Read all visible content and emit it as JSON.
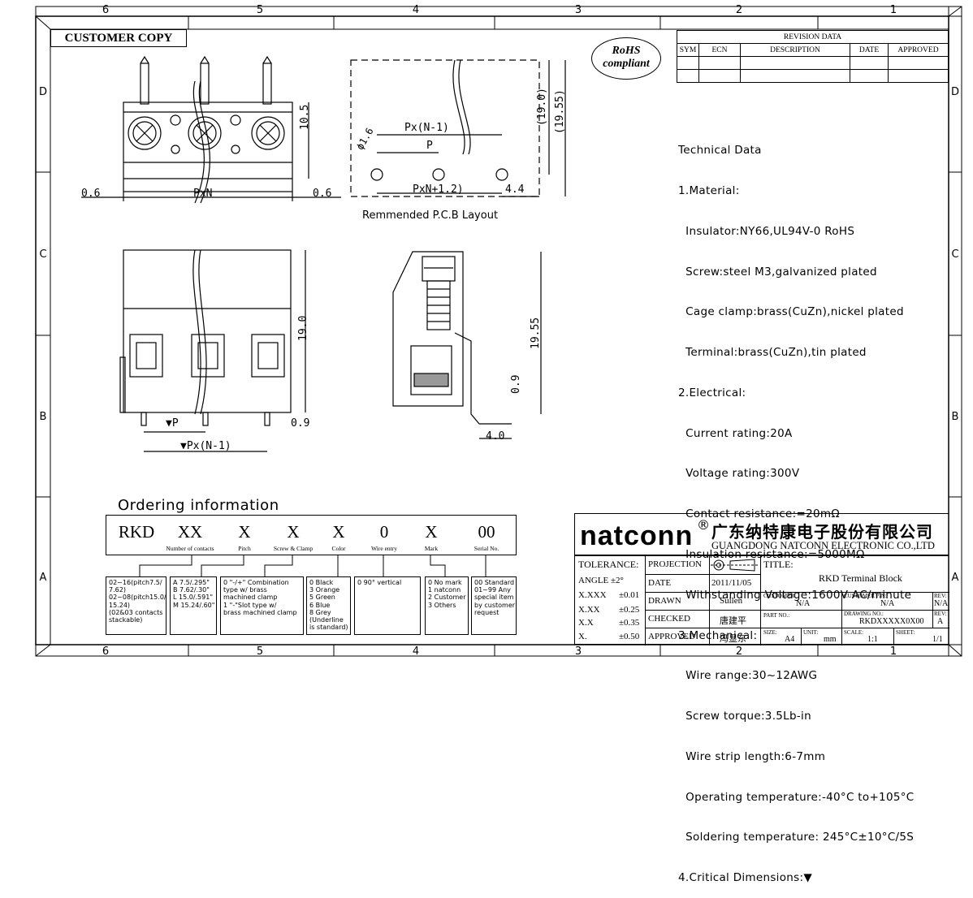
{
  "zones_top": [
    "6",
    "5",
    "4",
    "3",
    "2",
    "1"
  ],
  "zones_bottom": [
    "6",
    "5",
    "4",
    "3",
    "2",
    "1"
  ],
  "zones_left": [
    "D",
    "C",
    "B",
    "A"
  ],
  "zones_right": [
    "D",
    "C",
    "B",
    "A"
  ],
  "copy_label": "CUSTOMER COPY",
  "rohs": {
    "line1": "RoHS",
    "line2": "compliant"
  },
  "revision": {
    "title": "REVISION DATA",
    "headers": [
      "SYM",
      "ECN",
      "DESCRIPTION",
      "DATE",
      "APPROVED"
    ]
  },
  "technical": [
    "Technical Data",
    "1.Material:",
    "  Insulator:NY66,UL94V-0 RoHS",
    "  Screw:steel M3,galvanized plated",
    "  Cage clamp:brass(CuZn),nickel plated",
    "  Terminal:brass(CuZn),tin plated",
    "2.Electrical:",
    "  Current rating:20A",
    "  Voltage rating:300V",
    "  Contact resistance:=20mΩ",
    "  Insulation resistance:=5000MΩ",
    "  Withstanding Voltage:1600V AC/minute",
    "3.Mechanical:",
    "  Wire range:30~12AWG",
    "  Screw torque:3.5Lb-in",
    "  Wire strip length:6-7mm",
    "  Operating temperature:-40°C to+105°C",
    "  Soldering temperature: 245°C±10°C/5S",
    "4.Critical Dimensions:▼"
  ],
  "dims": {
    "d_06a": "0.6",
    "d_pxn": "PxN",
    "d_06b": "0.6",
    "d_105": "10.5",
    "d_pxn1": "Px(N-1)",
    "d_p": "P",
    "d_pxn12": "PxN+1.2)",
    "d_16": "ϕ1.6",
    "d_190": "(19.0)",
    "d_1955": "(19.55)",
    "d_44": "4.4",
    "pcb_caption": "Remmended P.C.B Layout",
    "f_190": "19.0",
    "f_p": "▼P",
    "f_pxn1": "▼Px(N-1)",
    "f_09": "0.9",
    "s_1955": "19.55",
    "s_09": "0.9",
    "s_40": "4.0"
  },
  "ordering": {
    "title": "Ordering information",
    "codes": [
      "RKD",
      "XX",
      "X",
      "X",
      "X",
      "0",
      "X",
      "00"
    ],
    "labels": [
      "",
      "Number of contacts",
      "Pitch",
      "Screw & Clamp",
      "Color",
      "Wire entry",
      "Mark",
      "Serial No."
    ],
    "boxes": [
      "02~16(pitch7.5/\n7.62)\n02~08(pitch15.0/\n15.24)\n(02&03 contacts\nstackable)",
      "A 7.5/.295\"\nB 7.62/.30\"\nL 15.0/.591\"\nM 15.24/.60\"",
      "0 \"-/+\" Combination\ntype w/ brass\nmachined clamp\n1 \"-\"Slot type w/\nbrass machined clamp",
      "0 Black\n3 Orange\n5 Green\n6 Blue\n8 Grey\n(Underline\nis standard)",
      "0 90° vertical",
      "0 No mark\n1 natconn\n2 Customer\n3 Others",
      "00 Standard\n01~99 Any\nspecial item\nby customer\nrequest"
    ]
  },
  "company": {
    "logo": "natconn",
    "reg": "®",
    "name_cn": "广东纳特康电子股份有限公司",
    "name_en": "GUANGDONG NATCONN ELECTRONIC CO.,LTD"
  },
  "title_block": {
    "tolerance_label": "TOLERANCE:",
    "tolerances": [
      [
        "ANGLE ±2°",
        ""
      ],
      [
        "X.XXX",
        "±0.01"
      ],
      [
        "X.XX",
        "±0.25"
      ],
      [
        "X.X",
        "±0.35"
      ],
      [
        "X.",
        "±0.50"
      ]
    ],
    "projection": "PROJECTION",
    "date_label": "DATE",
    "date": "2011/11/05",
    "drawn_label": "DRAWN",
    "drawn": "Sullen",
    "checked_label": "CHECKED",
    "checked": "唐建平",
    "approved_label": "APPROVED",
    "approved": "冯显东",
    "title_label": "TITLE:",
    "title": "RKD Terminal Block",
    "customer_label": "CUSTOMER:",
    "customer": "N/A",
    "customer_pn_label": "CUSTOMER P/N:",
    "customer_pn": "N/A",
    "rev_label": "REV:",
    "rev_top": "N/A",
    "part_no_label": "PART NO.:",
    "drawing_no_label": "DRAWING NO.:",
    "drawing_no": "RKDXXXXX0X00",
    "rev2_label": "REV:",
    "rev2": "A",
    "size_label": "SIZE:",
    "size": "A4",
    "unit_label": "UNIT:",
    "unit": "mm",
    "scale_label": "SCALE:",
    "scale": "1:1",
    "sheet_label": "SHEET:",
    "sheet": "1/1"
  }
}
